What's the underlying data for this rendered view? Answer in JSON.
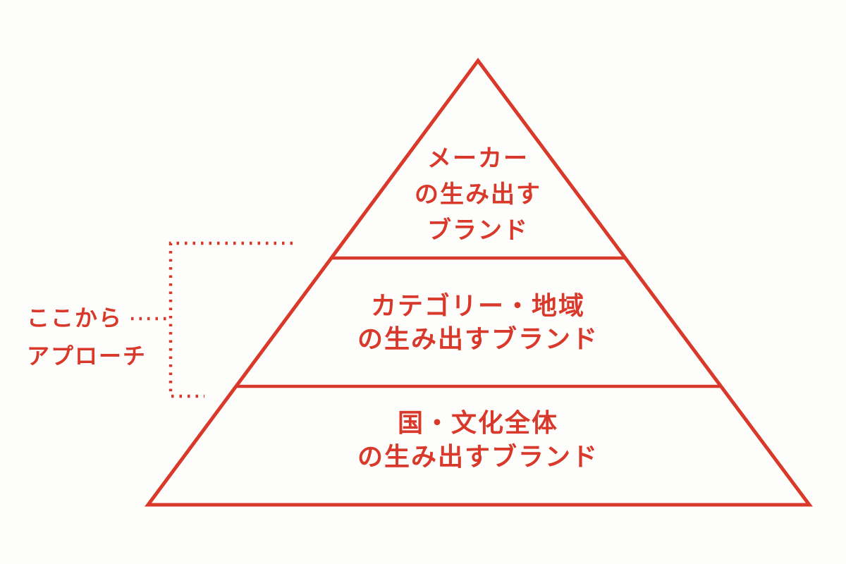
{
  "colors": {
    "primary": "#d8392a",
    "background": "#fdfdfb"
  },
  "pyramid": {
    "tiers": [
      {
        "name": "top",
        "lines": [
          "メーカー",
          "の生み出す",
          "ブランド"
        ]
      },
      {
        "name": "middle",
        "lines": [
          "カテゴリー・地域",
          "の生み出すブランド"
        ]
      },
      {
        "name": "bottom",
        "lines": [
          "国・文化全体",
          "の生み出すブランド"
        ]
      }
    ]
  },
  "annotation": {
    "lines": [
      "ここから",
      "アプローチ"
    ]
  }
}
